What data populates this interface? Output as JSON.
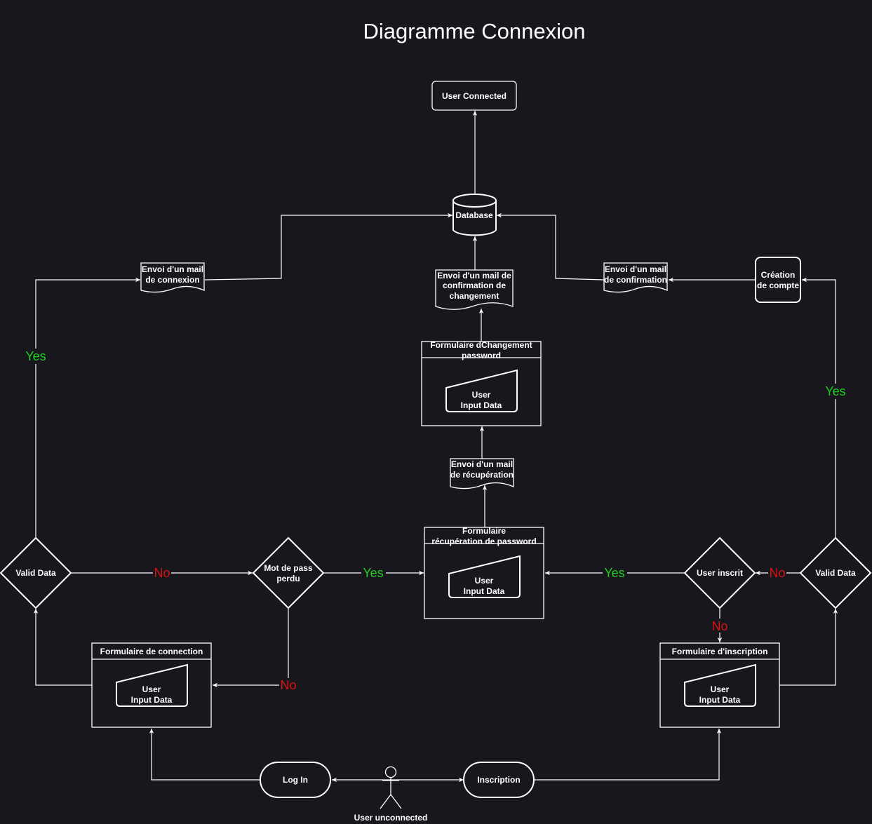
{
  "diagram": {
    "title": "Diagramme Connexion",
    "nodes": {
      "user_connected": "User Connected",
      "database": "Database",
      "mail_connexion": [
        "Envoi d'un mail",
        "de connexion"
      ],
      "mail_changement": [
        "Envoi d'un mail de",
        "confirmation de",
        "changement"
      ],
      "mail_confirmation": [
        "Envoi d'un mail",
        "de confirmation"
      ],
      "creation_compte": [
        "Création",
        "de compte"
      ],
      "form_changement_title": [
        "Formulaire dChangement",
        "password"
      ],
      "form_changement_input": [
        "User",
        "Input Data"
      ],
      "mail_recuperation": [
        "Envoi d'un mail",
        "de récupération"
      ],
      "form_recuperation_title": [
        "Formulaire",
        "récupération de password"
      ],
      "form_recuperation_input": [
        "User",
        "Input Data"
      ],
      "valid_data_left": "Valid Data",
      "mot_de_pass": [
        "Mot de pass",
        "perdu"
      ],
      "user_inscrit": "User inscrit",
      "valid_data_right": "Valid Data",
      "form_connection_title": "Formulaire de connection",
      "form_connection_input": [
        "User",
        "Input Data"
      ],
      "form_inscription_title": "Formulaire d'inscription",
      "form_inscription_input": [
        "User",
        "Input Data"
      ],
      "log_in": "Log In",
      "inscription": "Inscription",
      "actor": "User unconnected"
    },
    "edge_labels": {
      "yes_left": "Yes",
      "no_valid_to_mdp": "No",
      "yes_mdp_to_recup": "Yes",
      "no_mdp_to_connection": "No",
      "yes_inscrit_to_recup": "Yes",
      "no_valid_to_inscrit": "No",
      "no_inscrit_to_inscription": "No",
      "yes_right": "Yes"
    },
    "colors": {
      "background": "#18171d",
      "stroke": "#ffffff",
      "yes": "#1fcf1f",
      "no": "#dd1111"
    }
  }
}
